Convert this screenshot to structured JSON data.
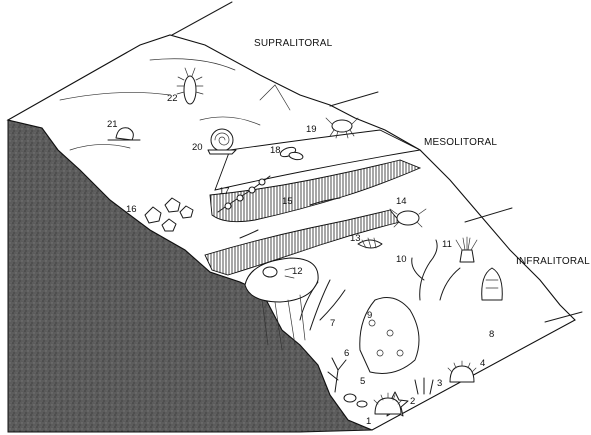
{
  "zones": {
    "supralitoral": "SUPRALITORAL",
    "mesolitoral": "MESOLITORAL",
    "infralitoral": "INFRALITORAL"
  },
  "organisms": [
    {
      "num": "1"
    },
    {
      "num": "2"
    },
    {
      "num": "3"
    },
    {
      "num": "4"
    },
    {
      "num": "5"
    },
    {
      "num": "6"
    },
    {
      "num": "7"
    },
    {
      "num": "8"
    },
    {
      "num": "9"
    },
    {
      "num": "10"
    },
    {
      "num": "11"
    },
    {
      "num": "12"
    },
    {
      "num": "13"
    },
    {
      "num": "14"
    },
    {
      "num": "15"
    },
    {
      "num": "16"
    },
    {
      "num": "17"
    },
    {
      "num": "18"
    },
    {
      "num": "19"
    },
    {
      "num": "20"
    },
    {
      "num": "21"
    },
    {
      "num": "22"
    }
  ]
}
